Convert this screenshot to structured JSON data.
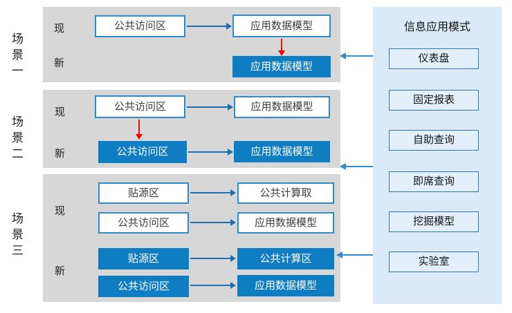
{
  "colors": {
    "scenario_panel_bg": "#d7d7d7",
    "filled_box_blue": "#0e7dc2",
    "box_border_blue": "#2b8ccc",
    "connector_arrow_blue": "#1b6fae",
    "panel_link_arrow_blue": "#2e8ad6",
    "transition_arrow_red": "#fe0000",
    "side_panel_bg": "#daeaf8",
    "side_panel_border_blue": "#2e75b6",
    "box_text_color": "#3d3d3d"
  },
  "scenarios": [
    {
      "label": "场景一",
      "current_label": "现",
      "new_label": "新",
      "current": {
        "left": "公共访问区",
        "right": "应用数据模型"
      },
      "new": {
        "right": "应用数据模型"
      }
    },
    {
      "label": "场景二",
      "current_label": "现",
      "new_label": "新",
      "current": {
        "left": "公共访问区",
        "right": "应用数据模型"
      },
      "new": {
        "left": "公共访问区",
        "right": "应用数据模型"
      }
    },
    {
      "label": "场景三",
      "current_label": "现",
      "new_label": "新",
      "current_rows": [
        {
          "left": "贴源区",
          "right": "公共计算取"
        },
        {
          "left": "公共访问区",
          "right": "应用数据模型"
        }
      ],
      "new_rows": [
        {
          "left": "贴源区",
          "right": "公共计算区"
        },
        {
          "left": "公共访问区",
          "right": "应用数据模型"
        }
      ]
    }
  ],
  "panel": {
    "title": "信息应用模式",
    "items": [
      "仪表盘",
      "固定报表",
      "自助查询",
      "即席查询",
      "挖掘模型",
      "实验室"
    ]
  }
}
